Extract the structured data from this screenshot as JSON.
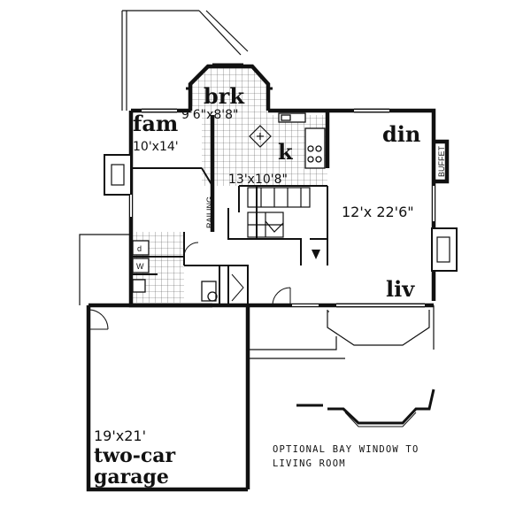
{
  "rooms": {
    "breakfast": {
      "name": "brk",
      "size": "9'6\"x8'8\""
    },
    "family": {
      "name": "fam",
      "size": "10'x14'"
    },
    "kitchen": {
      "name": "k",
      "size": "13'x10'8\""
    },
    "dining": {
      "name": "din"
    },
    "living": {
      "name": "liv",
      "size": "12'x 22'6\""
    },
    "garage": {
      "size": "19'x21'",
      "name_line1": "two-car",
      "name_line2": "garage"
    }
  },
  "labels": {
    "buffet": "BUFFET",
    "railing": "RAILING",
    "washer": "W",
    "dryer": "d"
  },
  "note": {
    "line1": "OPTIONAL BAY WINDOW TO",
    "line2": "LIVING ROOM"
  }
}
